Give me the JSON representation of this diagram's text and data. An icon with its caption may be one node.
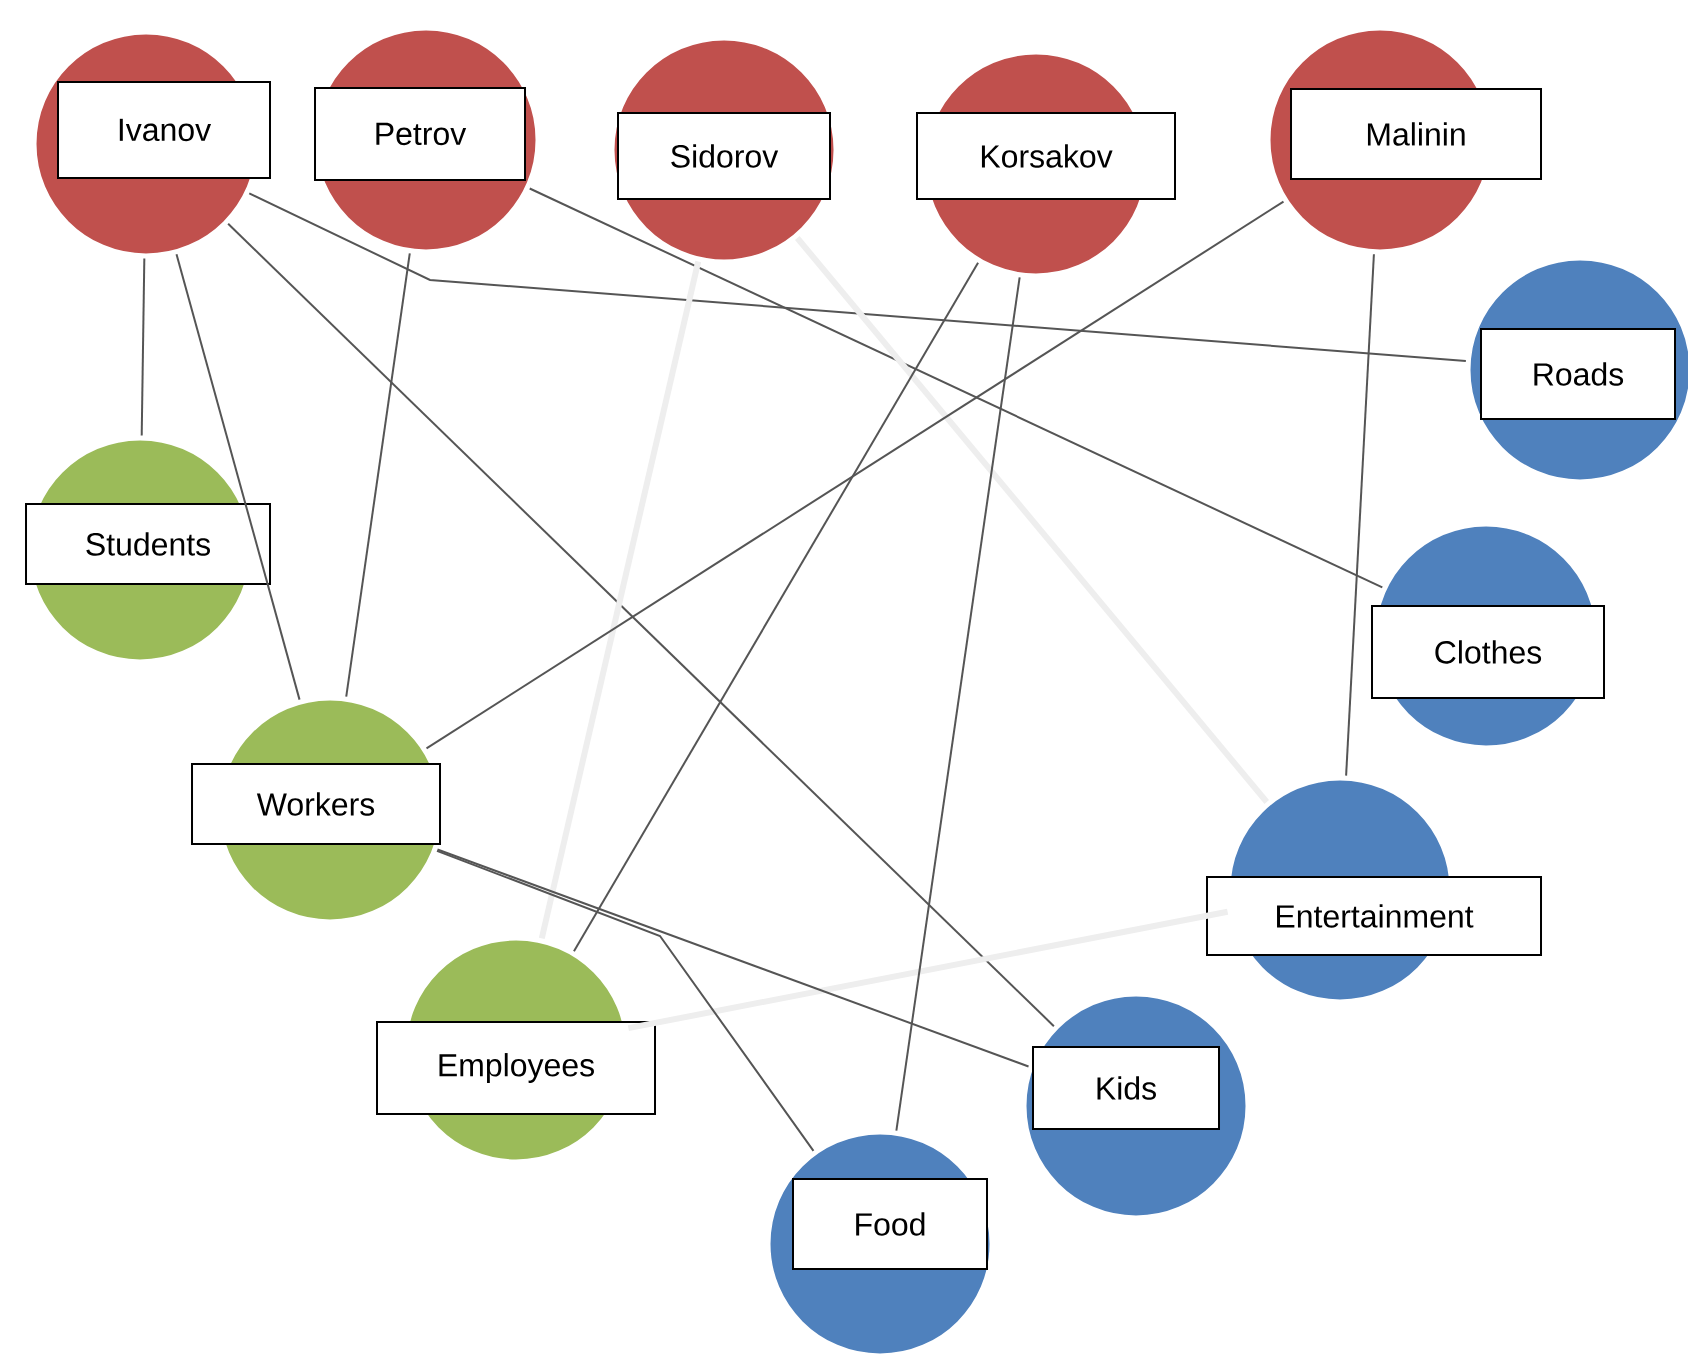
{
  "diagram": {
    "nodes": [
      {
        "text": [
          "Ivanov"
        ]
      },
      {
        "text": [
          "Petrov"
        ]
      },
      {
        "text": [
          "Sidorov"
        ]
      },
      {
        "text": [
          "Korsakov"
        ]
      },
      {
        "text": [
          "Malinin"
        ]
      },
      {
        "text": [
          "Roads"
        ]
      },
      {
        "text": [
          "Students"
        ]
      },
      {
        "text": [
          "Clothes"
        ]
      },
      {
        "text": [
          "Workers"
        ]
      },
      {
        "text": [
          "Entertainment"
        ]
      },
      {
        "text": [
          "Employees"
        ]
      },
      {
        "text": [
          "Kids"
        ]
      },
      {
        "text": [
          "Food"
        ]
      }
    ],
    "edges": [
      {
        "from": 0,
        "to": 6,
        "arrow": "none"
      },
      {
        "from": 0,
        "to": 8,
        "arrow": "none"
      },
      {
        "from": 0,
        "to": 11,
        "arrow": "none"
      },
      {
        "from": 0,
        "to": 5,
        "arrow": "none"
      },
      {
        "from": 1,
        "to": 8,
        "arrow": "none"
      },
      {
        "from": 1,
        "to": 7,
        "arrow": "none"
      },
      {
        "from": 2,
        "to": 10,
        "arrow": "none",
        "style": "thick",
        "color": "#eeeeee"
      },
      {
        "from": 2,
        "to": 9,
        "arrow": "none",
        "style": "thick",
        "color": "#eeeeee"
      },
      {
        "from": 10,
        "to": 9,
        "arrow": "none",
        "style": "thick",
        "color": "#eeeeee"
      },
      {
        "from": 3,
        "to": 10,
        "arrow": "none"
      },
      {
        "from": 3,
        "to": 12,
        "arrow": "none"
      },
      {
        "from": 4,
        "to": 8,
        "arrow": "none"
      },
      {
        "from": 4,
        "to": 9,
        "arrow": "none"
      },
      {
        "from": 8,
        "to": 11,
        "arrow": "none"
      },
      {
        "from": 8,
        "to": 12,
        "arrow": "none"
      }
    ]
  }
}
